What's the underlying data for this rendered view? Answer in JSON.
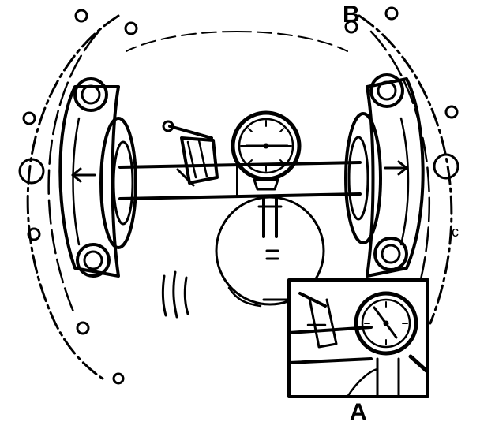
{
  "labels": {
    "a": "A",
    "b": "B",
    "crank_mark": "c"
  },
  "colors": {
    "ink": "#000000",
    "paper": "#ffffff"
  }
}
